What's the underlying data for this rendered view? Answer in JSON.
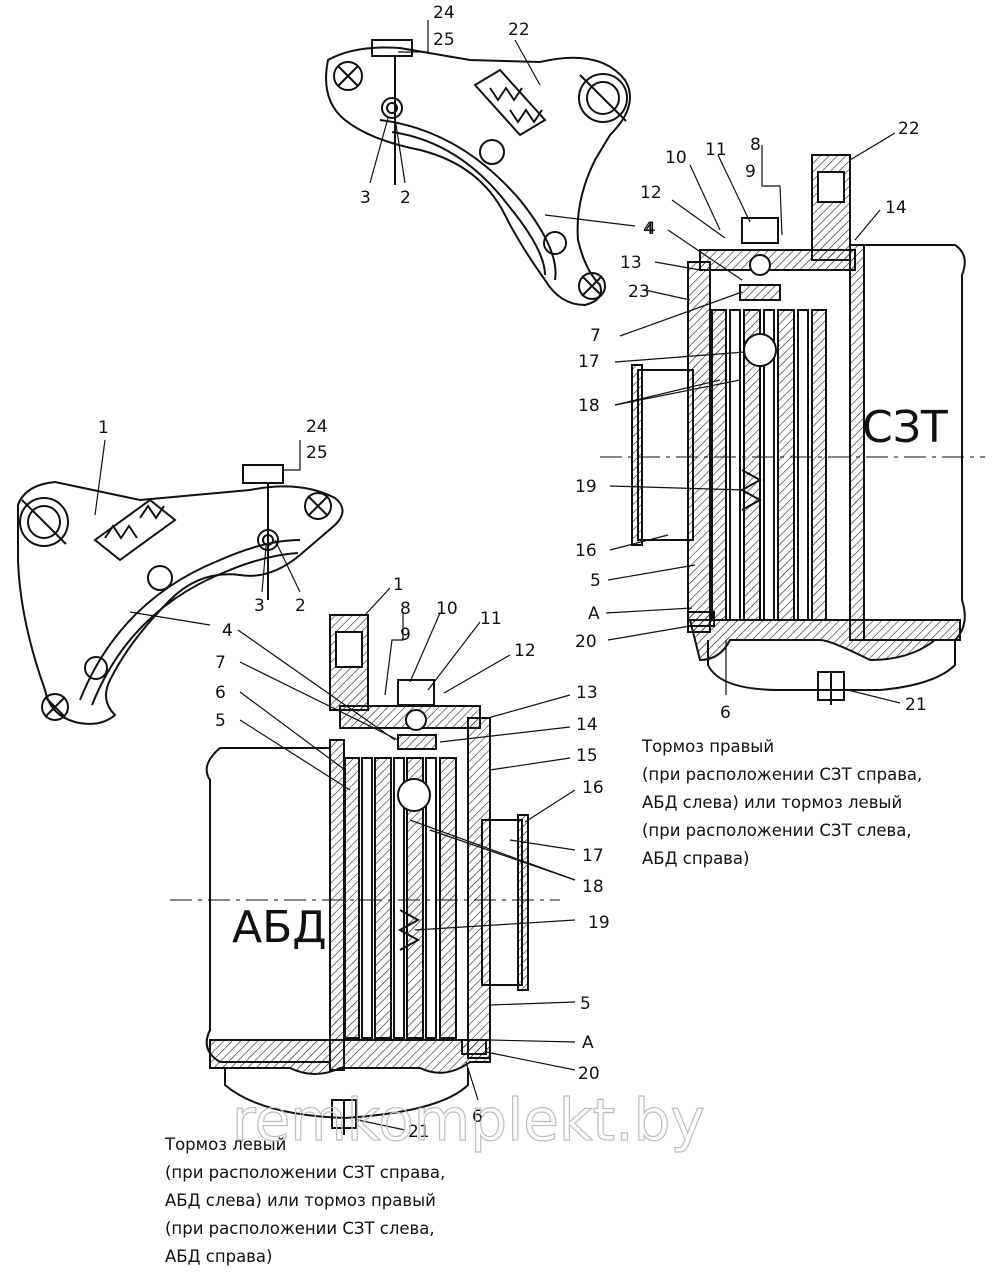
{
  "labels": {
    "top_assembly": {
      "n3": "3",
      "n2": "2",
      "n4": "4",
      "n22": "22",
      "n24": "24",
      "n25": "25"
    },
    "left_assembly": {
      "n1": "1",
      "n3": "3",
      "n2": "2",
      "n4": "4",
      "n24": "24",
      "n25": "25"
    },
    "right_brake": {
      "n22": "22",
      "n14": "14",
      "n8": "8",
      "n9": "9",
      "n10": "10",
      "n11": "11",
      "n12": "12",
      "n4": "4",
      "n13": "13",
      "n23": "23",
      "n7": "7",
      "n17": "17",
      "n18": "18",
      "n19": "19",
      "n16": "16",
      "n5": "5",
      "nA": "А",
      "n20": "20",
      "n6": "6",
      "n21": "21",
      "big": "СЗТ"
    },
    "left_brake": {
      "n1": "1",
      "n8": "8",
      "n9": "9",
      "n10": "10",
      "n11": "11",
      "n12": "12",
      "n13": "13",
      "n14": "14",
      "n15": "15",
      "n16": "16",
      "n17": "17",
      "n18": "18",
      "n19": "19",
      "n4": "4",
      "n7": "7",
      "n6": "6",
      "n5": "5",
      "n5b": "5",
      "nA": "А",
      "n20": "20",
      "n6b": "6",
      "n21": "21",
      "big": "АБД"
    }
  },
  "captions": {
    "right": [
      "Тормоз правый",
      "(при расположении СЗТ справа,",
      "АБД слева) или тормоз левый",
      "(при расположении СЗТ слева,",
      "АБД справа)"
    ],
    "left": [
      "Тормоз левый",
      "(при расположении СЗТ справа,",
      "АБД слева) или тормоз правый",
      "(при расположении СЗТ слева,",
      "АБД справа)"
    ]
  },
  "watermark": "remkomplekt.by"
}
